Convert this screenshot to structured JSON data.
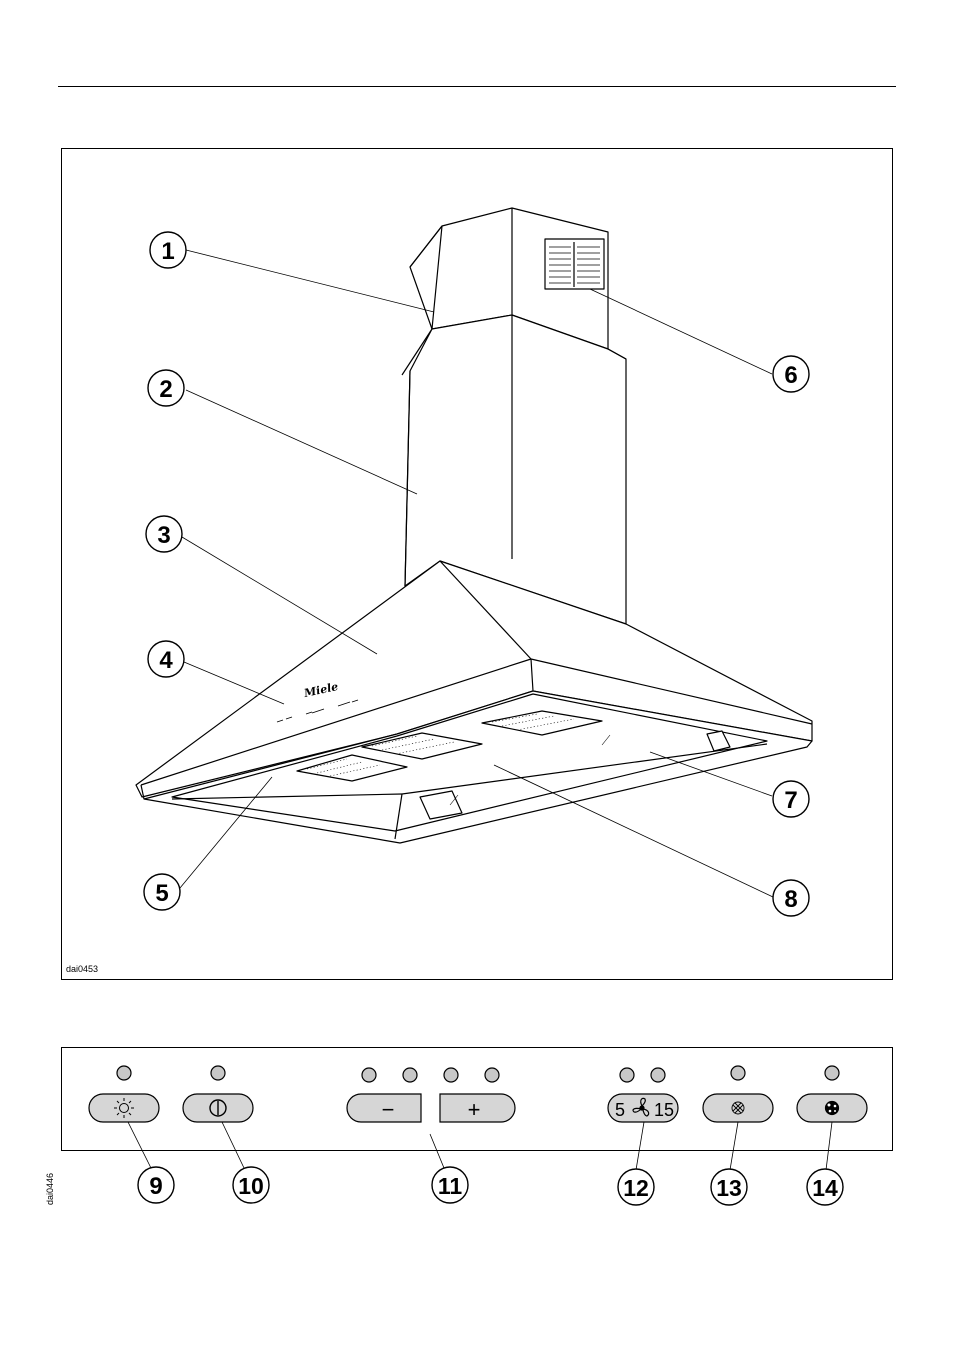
{
  "figure_top": {
    "image_code": "dai0453",
    "callouts": [
      "1",
      "2",
      "3",
      "4",
      "5",
      "6",
      "7",
      "8"
    ],
    "brand_text": "Miele"
  },
  "figure_bottom": {
    "image_code": "dai0446",
    "callouts": [
      "9",
      "10",
      "11",
      "12",
      "13",
      "14"
    ],
    "buttons": {
      "minus": "−",
      "plus": "+",
      "timer_left": "5",
      "timer_right": "15"
    },
    "icons": [
      "light-icon",
      "power-icon",
      "minus-icon",
      "plus-icon",
      "fan-timer-icon",
      "grease-filter-icon",
      "odour-filter-icon"
    ]
  }
}
